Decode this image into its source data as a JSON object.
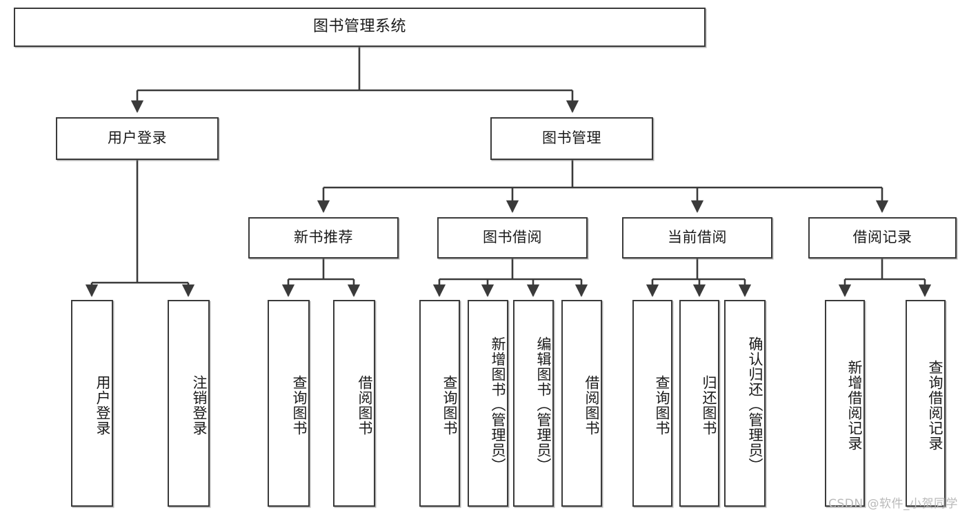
{
  "diagram": {
    "title": "图书管理系统",
    "type": "tree",
    "colors": {
      "stroke": "#3a3a3a",
      "fill": "#ffffff",
      "text": "#1a1a1a",
      "watermark": "#b9b9b9"
    },
    "root": {
      "label": "图书管理系统"
    },
    "level1": [
      {
        "label": "用户登录"
      },
      {
        "label": "图书管理"
      }
    ],
    "level2": [
      {
        "label": "新书推荐"
      },
      {
        "label": "图书借阅"
      },
      {
        "label": "当前借阅"
      },
      {
        "label": "借阅记录"
      }
    ],
    "leaves": {
      "user_login": [
        {
          "label": "用户登录"
        },
        {
          "label": "注销登录"
        }
      ],
      "new_book": [
        {
          "label": "查询图书"
        },
        {
          "label": "借阅图书"
        }
      ],
      "book_borrow": [
        {
          "label": "查询图书"
        },
        {
          "label": "新增图书（管理员）"
        },
        {
          "label": "编辑图书（管理员）"
        },
        {
          "label": "借阅图书"
        }
      ],
      "current_borrow": [
        {
          "label": "查询图书"
        },
        {
          "label": "归还图书"
        },
        {
          "label": "确认归还（管理员）"
        }
      ],
      "borrow_record": [
        {
          "label": "新增借阅记录"
        },
        {
          "label": "查询借阅记录"
        }
      ]
    },
    "watermark": "CSDN @软件_小贺同学"
  }
}
